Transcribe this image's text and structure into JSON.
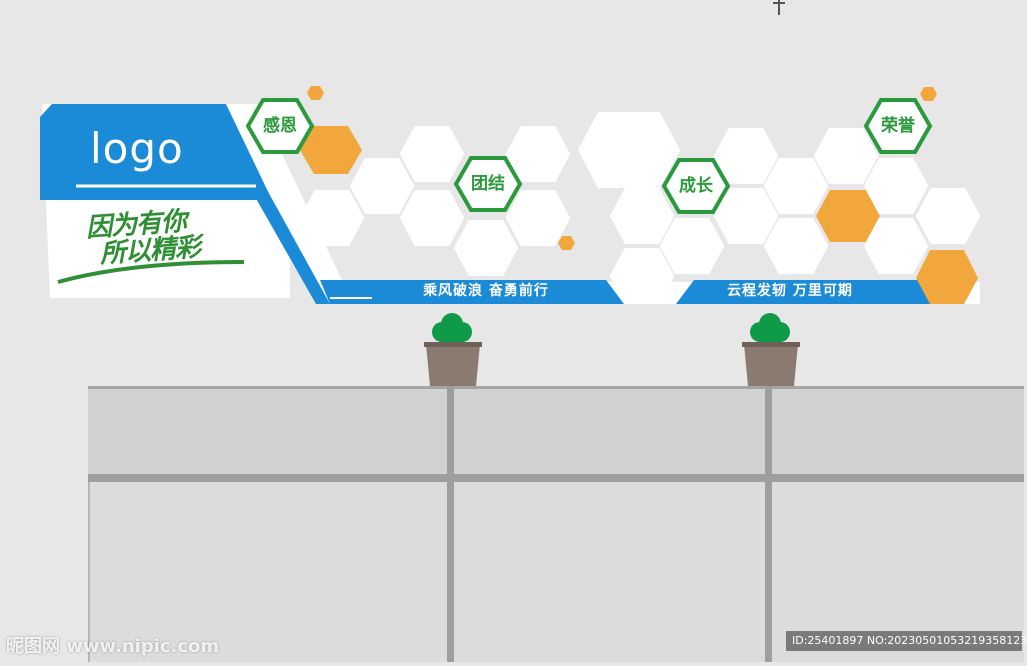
{
  "logo": {
    "text": "logo"
  },
  "calligraphy": {
    "line1": "因为有你",
    "line2": "所以精彩"
  },
  "badges": {
    "gratitude": "感恩",
    "unity": "团结",
    "growth": "成长",
    "honor": "荣誉"
  },
  "slogans": {
    "left": "乘风破浪 奋勇前行",
    "right": "云程发轫 万里可期"
  },
  "watermark": {
    "site": "昵图网 www.nipic.com",
    "id": "ID:25401897 NO:20230501053219358123"
  },
  "colors": {
    "blue": "#1b8ad7",
    "green": "#2b9a3c",
    "orange": "#f1a73c",
    "wall": "#e7e7e7",
    "desk": "#d1d1d1",
    "frame": "#9e9e9e",
    "pot": "#8a7a6f",
    "plant": "#0f9a47"
  }
}
